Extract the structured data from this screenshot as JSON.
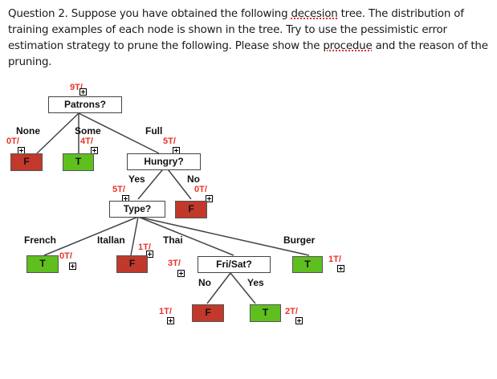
{
  "question": {
    "prefix": "Question 2. Suppose you have obtained the following ",
    "misspelled1": "decesion",
    "middle": " tree. The distribution of training examples  of each node is shown in the tree. Try to use the pessimistic error estimation strategy to prune the following. Please show the ",
    "misspelled2": "procedue",
    "suffix": " and the reason of the pruning."
  },
  "tree": {
    "root": {
      "label": "Patrons?",
      "count": "9T/"
    },
    "patrons_edges": {
      "none": "None",
      "some": "Some",
      "full": "Full"
    },
    "none_leaf": {
      "label": "F",
      "count": "0T/"
    },
    "some_leaf": {
      "label": "T",
      "count": "4T/"
    },
    "hungry": {
      "label": "Hungry?",
      "count": "5T/"
    },
    "hungry_edges": {
      "yes": "Yes",
      "no": "No"
    },
    "hungry_no_leaf": {
      "label": "F",
      "count": "0T/"
    },
    "type": {
      "label": "Type?",
      "count": "5T/"
    },
    "type_edges": {
      "french": "French",
      "italian": "Itallan",
      "thai": "Thai",
      "burger": "Burger"
    },
    "french_leaf": {
      "label": "T",
      "count": "0T/"
    },
    "italian_leaf": {
      "label": "F",
      "count": "1T/"
    },
    "frisat": {
      "label": "Fri/Sat?",
      "count": "3T/"
    },
    "burger_leaf": {
      "label": "T",
      "count": "1T/"
    },
    "frisat_edges": {
      "no": "No",
      "yes": "Yes"
    },
    "frisat_no_leaf": {
      "label": "F",
      "count": "1T/"
    },
    "frisat_yes_leaf": {
      "label": "T",
      "count": "2T/"
    }
  },
  "colors": {
    "false_leaf": "#c0392b",
    "true_leaf": "#5fbf1f",
    "count_text": "#e8322a"
  }
}
